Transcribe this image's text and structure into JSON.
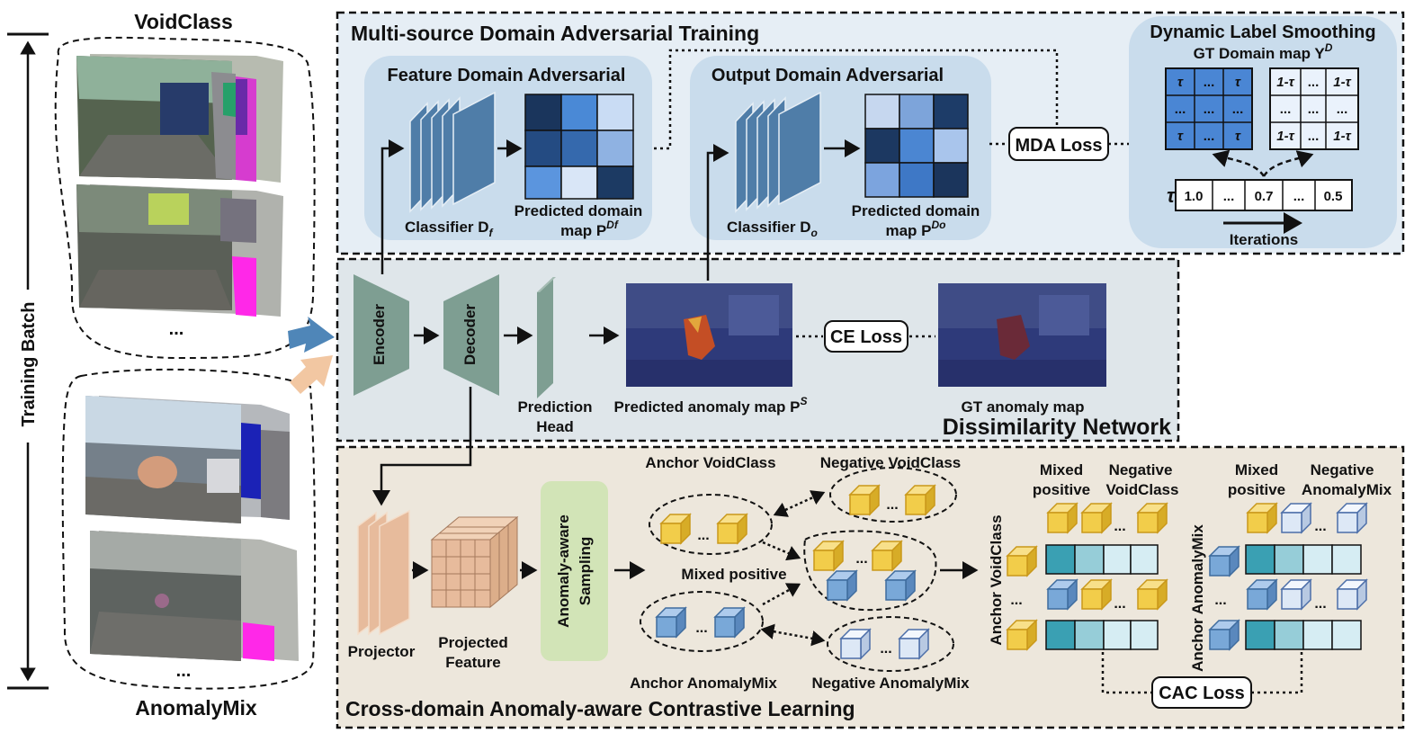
{
  "left": {
    "vertical_label": "Training Batch",
    "void_title": "VoidClass",
    "mix_title": "AnomalyMix",
    "ellipsis": "..."
  },
  "mda": {
    "title": "Multi-source Domain Adversarial Training",
    "feature_title": "Feature Domain Adversarial",
    "output_title": "Output Domain Adversarial",
    "classifier_f": "Classifier D",
    "classifier_f_sub": "f",
    "classifier_o": "Classifier D",
    "classifier_o_sub": "o",
    "pred_map_line1": "Predicted domain",
    "pred_map_f_line2": "map P",
    "pred_map_f_sup": "Df",
    "pred_map_o_line2": "map P",
    "pred_map_o_sup": "Do",
    "loss": "MDA Loss",
    "dls_title": "Dynamic Label Smoothing",
    "gt_domain_map": "GT Domain map Y",
    "gt_domain_sup": "D",
    "matrix_a": [
      [
        "τ",
        "...",
        "τ"
      ],
      [
        "...",
        "...",
        "..."
      ],
      [
        "τ",
        "...",
        "τ"
      ]
    ],
    "matrix_b": [
      [
        "1-τ",
        "...",
        "1-τ"
      ],
      [
        "...",
        "...",
        "..."
      ],
      [
        "1-τ",
        "...",
        "1-τ"
      ]
    ],
    "tau_symbol": "τ",
    "tau_values": [
      "1.0",
      "...",
      "0.7",
      "...",
      "0.5"
    ],
    "iterations": "Iterations"
  },
  "dissim": {
    "encoder": "Encoder",
    "decoder": "Decoder",
    "pred_head_1": "Prediction",
    "pred_head_2": "Head",
    "pred_anomaly": "Predicted anomaly map P",
    "pred_anomaly_sup": "S",
    "gt_anomaly": "GT anomaly map",
    "loss": "CE Loss",
    "title": "Dissimilarity Network"
  },
  "cac": {
    "projector": "Projector",
    "proj_feat_1": "Projected",
    "proj_feat_2": "Feature",
    "sampling_1": "Anomaly-aware",
    "sampling_2": "Sampling",
    "anchor_void": "Anchor VoidClass",
    "neg_void": "Negative VoidClass",
    "mixed_positive": "Mixed positive",
    "anchor_mix": "Anchor AnomalyMix",
    "neg_mix": "Negative AnomalyMix",
    "mixed_pos_2": "Mixed",
    "mixed_pos_2b": "positive",
    "neg_void_2": "Negative",
    "neg_void_2b": "VoidClass",
    "mixed_pos_3": "Mixed",
    "mixed_pos_3b": "positive",
    "neg_mix_3": "Negative",
    "neg_mix_3b": "AnomalyMix",
    "anchor_void_v": "Anchor VoidClass",
    "anchor_mix_v": "Anchor AnomalyMix",
    "loss": "CAC Loss",
    "title": "Cross-domain Anomaly-aware Contrastive Learning"
  },
  "colors": {
    "mda_bg": "#e6eef5",
    "inner_bg": "#c9dcec",
    "dissim_bg": "#dfe6ea",
    "cac_bg": "#ede7dc",
    "classifier": "#4f7da8",
    "encoder": "#7e9e92",
    "projector": "#e7bb9c",
    "sampling": "#d2e4b7",
    "void_cube": "#f2cd4a",
    "mix_cube": "#79a8d8",
    "neg_mix_cube": "#dde8f6",
    "orange_arrow": "#f2c7a2",
    "blue_arrow": "#4f86b8"
  }
}
